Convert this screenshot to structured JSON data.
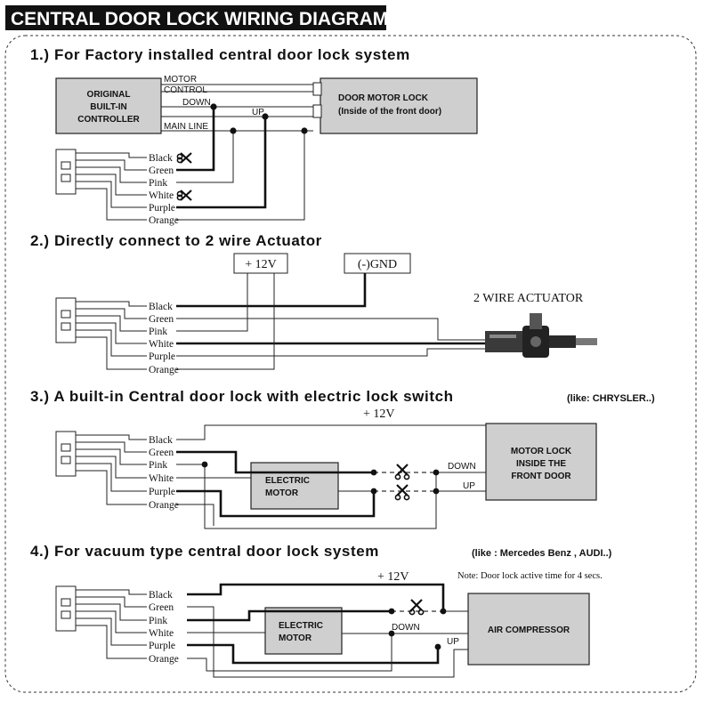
{
  "title": "CENTRAL DOOR LOCK WIRING DIAGRAM",
  "wire_colors": [
    "Black",
    "Green",
    "Pink",
    "White",
    "Purple",
    "Orange"
  ],
  "section1": {
    "heading": "1.) For Factory installed central door lock system",
    "controller": [
      "ORIGINAL",
      "BUILT-IN",
      "CONTROLLER"
    ],
    "motor_control": [
      "MOTOR",
      "CONTROL"
    ],
    "down": "DOWN",
    "up": "UP",
    "main_line": "MAIN LINE",
    "door_motor_lock": [
      "DOOR MOTOR LOCK",
      "(Inside of the front door)"
    ]
  },
  "section2": {
    "heading": "2.) Directly connect to 2 wire Actuator",
    "plus12v": "+ 12V",
    "gnd": "(-)GND",
    "actuator": "2 WIRE ACTUATOR"
  },
  "section3": {
    "heading": "3.) A built-in Central door lock with electric lock switch",
    "note": "(like: CHRYSLER..)",
    "plus12v": "+ 12V",
    "electric_motor": [
      "ELECTRIC",
      "MOTOR"
    ],
    "motor_lock": [
      "MOTOR LOCK",
      "INSIDE THE",
      "FRONT DOOR"
    ],
    "down": "DOWN",
    "up": "UP"
  },
  "section4": {
    "heading": "4.) For vacuum type central door lock system",
    "note": "(like : Mercedes Benz , AUDI..)",
    "plus12v": "+ 12V",
    "timing_note": "Note: Door lock active time for 4 secs.",
    "electric_motor": [
      "ELECTRIC",
      "MOTOR"
    ],
    "air_compressor": "AIR COMPRESSOR",
    "down": "DOWN",
    "up": "UP"
  }
}
